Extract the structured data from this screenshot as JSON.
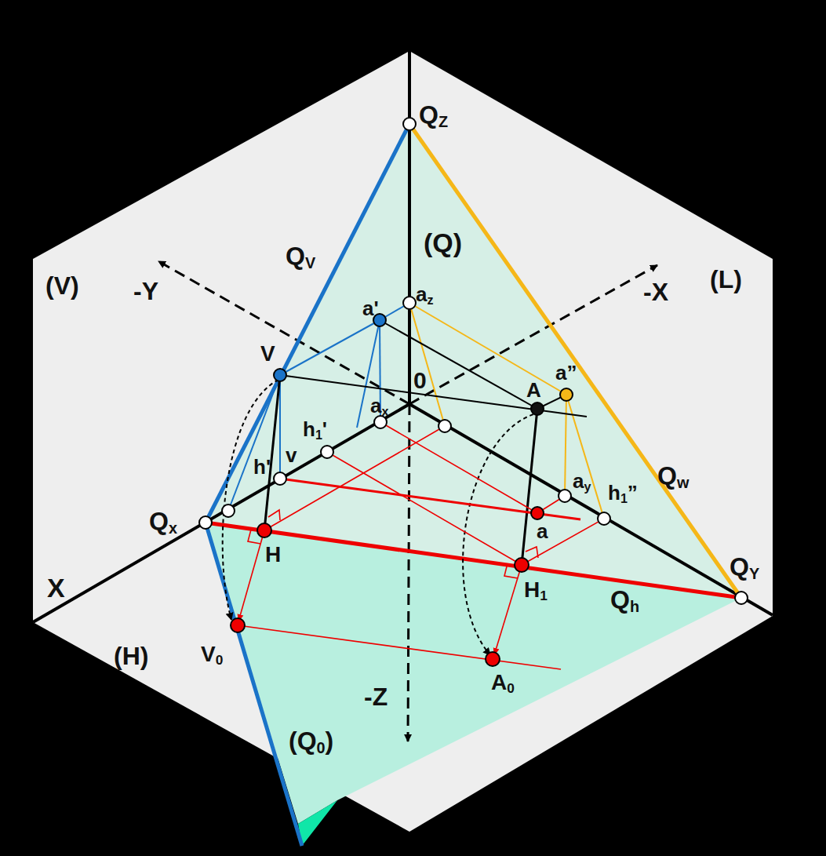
{
  "diagram": {
    "labels": [
      "QZ",
      "(Q)",
      "QV",
      "(V)",
      "-Y",
      "-X",
      "(L)",
      "a'",
      "az",
      "V",
      "0",
      "A",
      "a”",
      "ax",
      "h1'",
      "v",
      "h'",
      "Qx",
      "ay",
      "h1”",
      "Qw",
      "a",
      "H",
      "H1",
      "Qh",
      "QY",
      "X",
      "(H)",
      "V0",
      "A0",
      "-Z",
      "(Q0)"
    ]
  }
}
